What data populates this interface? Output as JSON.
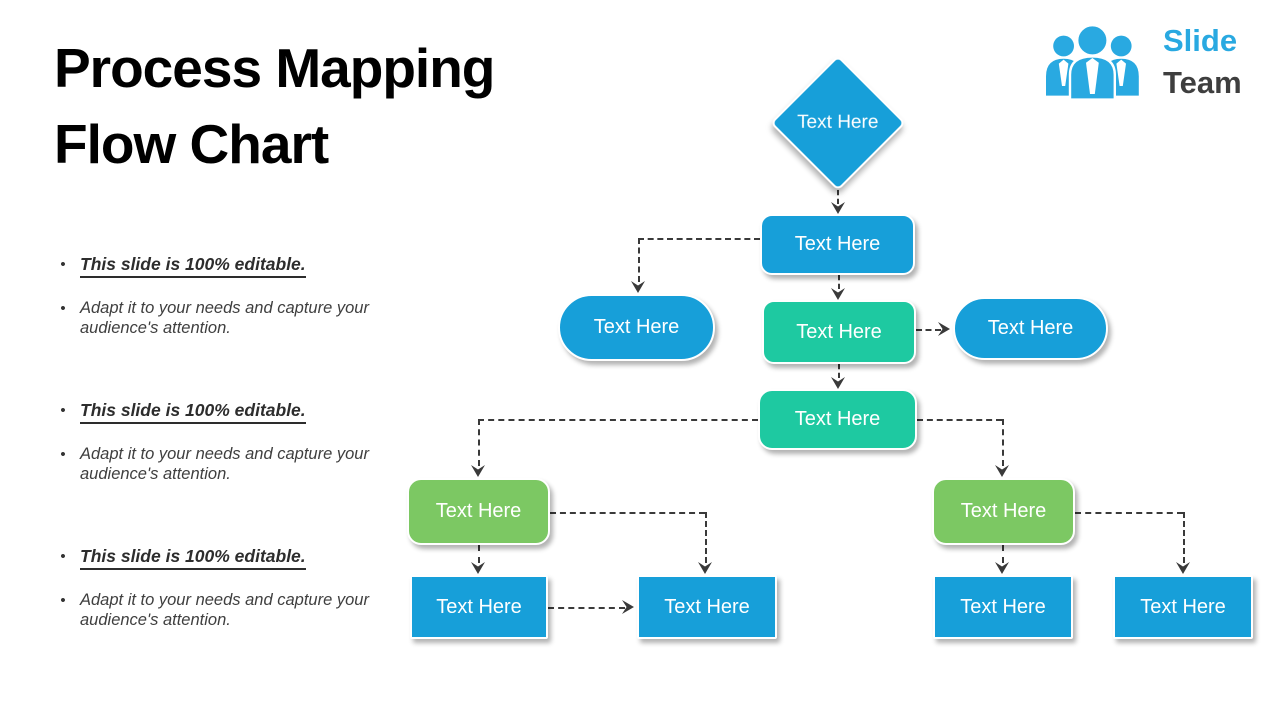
{
  "slide": {
    "title": {
      "line1": "Process Mapping",
      "line2": "Flow Chart"
    },
    "logo": {
      "brand_top": "Slide",
      "brand_bottom": "Team"
    },
    "bullet_char": "•",
    "bullet_groups": [
      {
        "heading": "This slide is 100% editable.",
        "body": "Adapt it to your needs and capture your audience's attention."
      },
      {
        "heading": "This slide is 100% editable.",
        "body": "Adapt it to your needs and capture your audience's attention."
      },
      {
        "heading": "This slide is 100% editable.",
        "body": "Adapt it to your needs and capture your audience's attention."
      }
    ],
    "flowchart": {
      "nodes": [
        {
          "id": "diamond-start",
          "shape": "diamond",
          "fill": "blue",
          "label": "Text Here"
        },
        {
          "id": "box-top",
          "shape": "rounded-rect",
          "fill": "blue",
          "label": "Text Here"
        },
        {
          "id": "pill-left",
          "shape": "pill",
          "fill": "blue",
          "label": "Text Here"
        },
        {
          "id": "box-middle",
          "shape": "rounded-rect",
          "fill": "teal",
          "label": "Text Here"
        },
        {
          "id": "pill-right",
          "shape": "pill",
          "fill": "blue",
          "label": "Text Here"
        },
        {
          "id": "box-row4",
          "shape": "rounded-rect",
          "fill": "teal",
          "label": "Text Here"
        },
        {
          "id": "green-left",
          "shape": "rounded-rect",
          "fill": "green",
          "label": "Text Here"
        },
        {
          "id": "green-right",
          "shape": "rounded-rect",
          "fill": "green",
          "label": "Text Here"
        },
        {
          "id": "bottom-left-1",
          "shape": "rect",
          "fill": "blue",
          "label": "Text Here"
        },
        {
          "id": "bottom-left-2",
          "shape": "rect",
          "fill": "blue",
          "label": "Text Here"
        },
        {
          "id": "bottom-right-1",
          "shape": "rect",
          "fill": "blue",
          "label": "Text Here"
        },
        {
          "id": "bottom-right-2",
          "shape": "rect",
          "fill": "blue",
          "label": "Text Here"
        }
      ]
    },
    "colors": {
      "shape_blue": "#179FD9",
      "shape_teal": "#1EC9A1",
      "shape_green": "#7CC863",
      "connector": "#3A3A3A",
      "logo_blue": "#29A9E1",
      "logo_dark": "#3E3E3E",
      "title_text": "#000000",
      "background": "#FFFFFF"
    }
  }
}
